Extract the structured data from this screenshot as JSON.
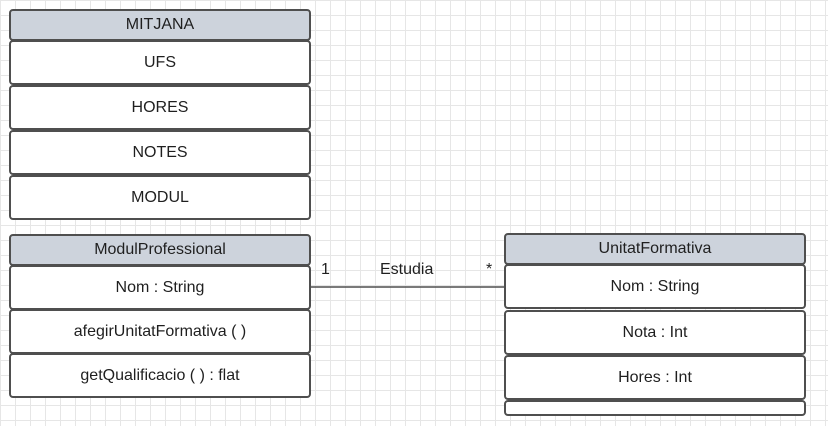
{
  "mitjana": {
    "title": "MITJANA",
    "rows": [
      "UFS",
      "HORES",
      "NOTES",
      "MODUL"
    ]
  },
  "modul": {
    "title": "ModulProfessional",
    "rows": [
      "Nom : String",
      "afegirUnitatFormativa ( )",
      "getQualificacio ( ) : flat"
    ]
  },
  "unitat": {
    "title": "UnitatFormativa",
    "rows": [
      "Nom : String",
      "Nota : Int",
      "Hores : Int",
      ""
    ]
  },
  "association": {
    "name": "Estudia",
    "source_multiplicity": "1",
    "target_multiplicity": "*"
  },
  "colors": {
    "header_fill": "#cdd3dc",
    "border": "#4f4f4f",
    "grid": "#e6e6e6"
  }
}
